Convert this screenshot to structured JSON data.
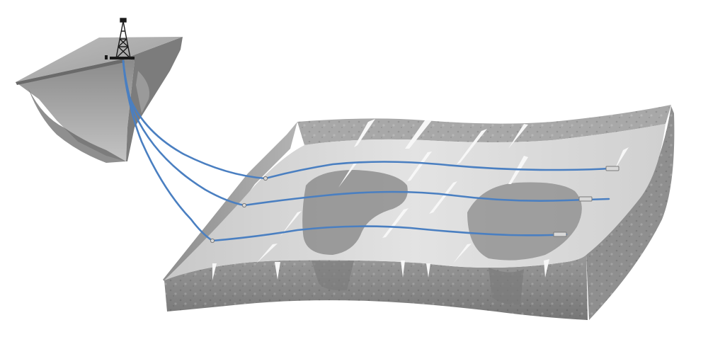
{
  "diagram": {
    "kind": "horizontal-drilling-illustration",
    "colors": {
      "background": "#ffffff",
      "well_path": "#4a7fc1",
      "rock_light": "#d9d9d9",
      "rock_mid": "#a6a6a6",
      "rock_dark": "#6f6f6f",
      "reservoir_dark": "#8c8c8c",
      "fracture": "#f2f2f2"
    },
    "elements": {
      "platform": "surface-platform",
      "rig": "drilling-rig-icon",
      "formation": "shale-formation-block",
      "wells": [
        "lateral-well-1",
        "lateral-well-2",
        "lateral-well-3"
      ]
    }
  }
}
